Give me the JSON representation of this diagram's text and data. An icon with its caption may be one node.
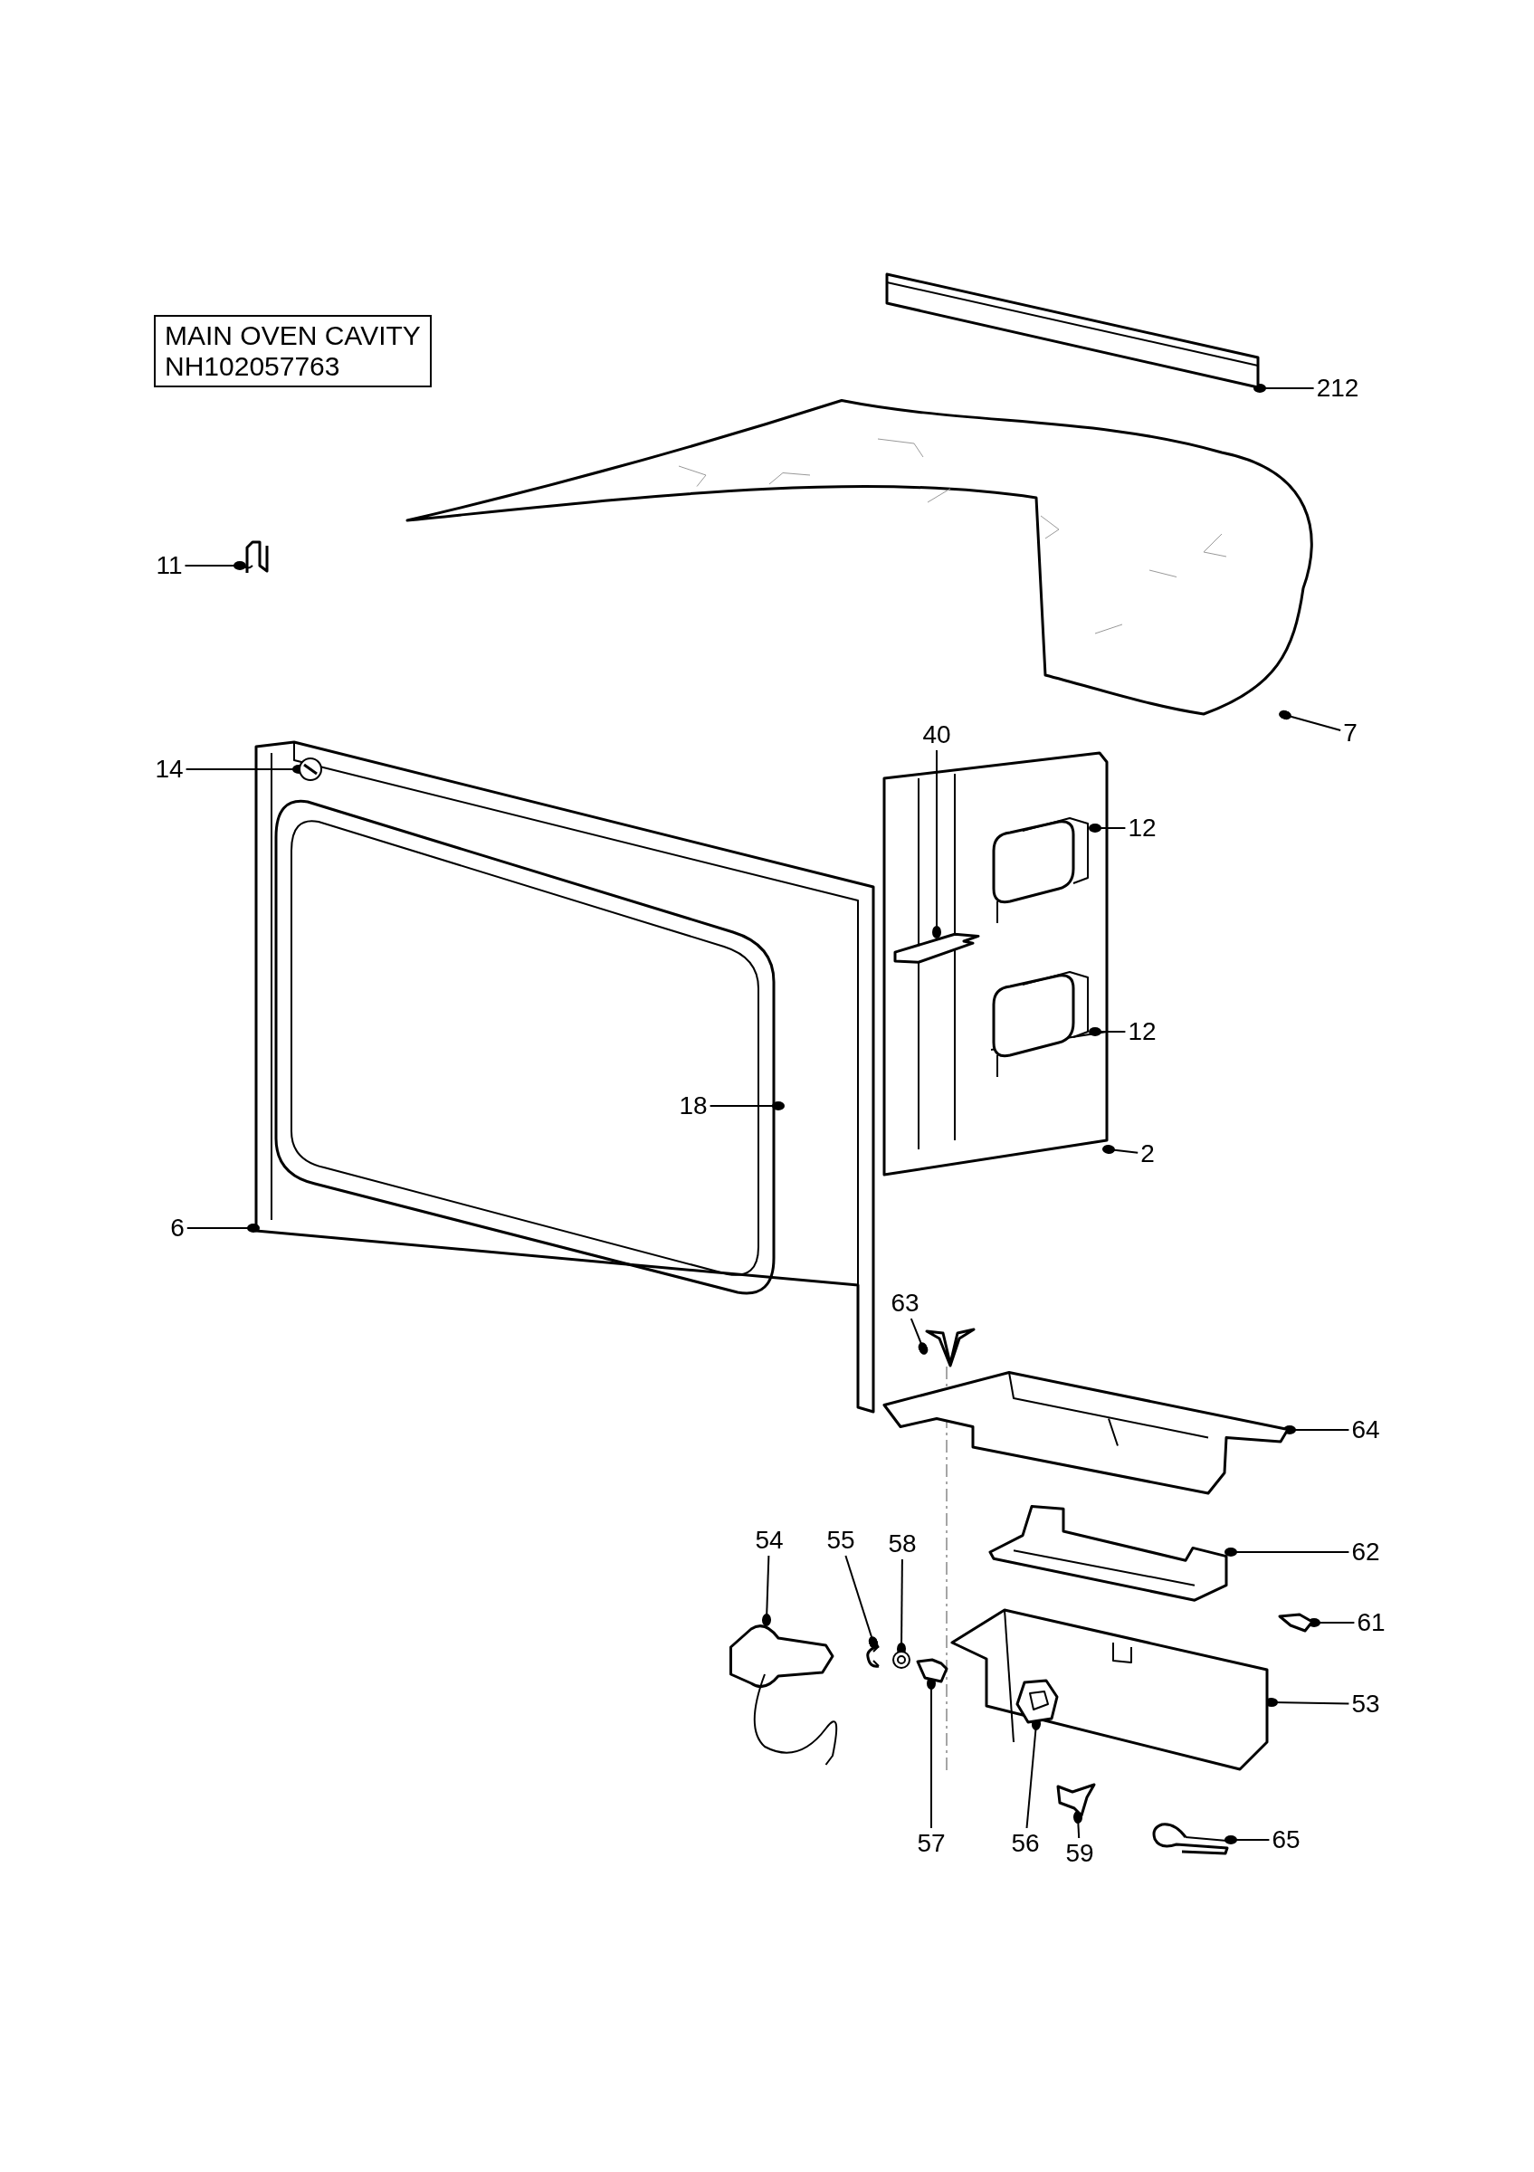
{
  "diagram": {
    "nodes": [
      {
        "text": [
          "MAIN OVEN CAVITY",
          "NH102057763"
        ]
      },
      {
        "text": [
          "212"
        ]
      },
      {
        "text": [],
        "shape": "picture"
      },
      {
        "text": [
          "11"
        ]
      },
      {
        "text": [],
        "shape": "picture"
      },
      {
        "text": [
          "6"
        ]
      },
      {
        "text": [],
        "shape": "picture"
      },
      {
        "text": [
          "14"
        ]
      },
      {
        "text": [],
        "shape": "picture",
        "in": 6
      },
      {
        "text": [],
        "shape": "picture",
        "in": 6
      },
      {
        "text": [
          "18"
        ],
        "in": 9
      },
      {
        "text": [
          "7"
        ]
      },
      {
        "text": [],
        "shape": "picture"
      },
      {
        "text": [
          "2"
        ]
      },
      {
        "text": [],
        "shape": "picture"
      },
      {
        "text": [
          "12"
        ]
      },
      {
        "text": [],
        "shape": "picture",
        "in": 14
      },
      {
        "text": [
          "40"
        ]
      },
      {
        "text": [],
        "shape": "picture",
        "in": 14
      },
      {
        "text": [
          "12"
        ]
      },
      {
        "text": [],
        "shape": "picture",
        "in": 14
      },
      {
        "text": [
          "63"
        ]
      },
      {
        "text": [],
        "shape": "picture"
      },
      {
        "text": [
          "64"
        ]
      },
      {
        "text": [],
        "shape": "picture"
      },
      {
        "text": [
          "54"
        ]
      },
      {
        "text": [],
        "shape": "picture"
      },
      {
        "text": [
          "55"
        ]
      },
      {
        "text": [],
        "shape": "picture"
      },
      {
        "text": [
          "58"
        ]
      },
      {
        "text": [],
        "shape": "picture"
      },
      {
        "text": [
          "62"
        ]
      },
      {
        "text": [],
        "shape": "picture"
      },
      {
        "text": [
          "61"
        ]
      },
      {
        "text": [],
        "shape": "picture"
      },
      {
        "text": [
          "53"
        ]
      },
      {
        "text": [],
        "shape": "picture"
      },
      {
        "text": [
          "57"
        ]
      },
      {
        "text": [],
        "shape": "picture"
      },
      {
        "text": [
          "56"
        ]
      },
      {
        "text": [],
        "shape": "picture",
        "in": 36
      },
      {
        "text": [
          "59"
        ]
      },
      {
        "text": [],
        "shape": "picture"
      },
      {
        "text": [
          "65"
        ]
      },
      {
        "text": [],
        "shape": "picture"
      }
    ],
    "edges": [
      {
        "from": 1,
        "to": 2,
        "arrow": "other"
      },
      {
        "from": 3,
        "to": 4,
        "arrow": "other"
      },
      {
        "from": 5,
        "to": 6,
        "arrow": "other"
      },
      {
        "from": 7,
        "to": 8,
        "arrow": "other"
      },
      {
        "from": 10,
        "to": 9,
        "arrow": "other"
      },
      {
        "from": 11,
        "to": 12,
        "arrow": "other"
      },
      {
        "from": 13,
        "to": 14,
        "arrow": "other"
      },
      {
        "from": 15,
        "to": 16,
        "arrow": "other"
      },
      {
        "from": 17,
        "to": 18,
        "arrow": "other"
      },
      {
        "from": 19,
        "to": 20,
        "arrow": "other"
      },
      {
        "from": 21,
        "to": 22,
        "arrow": "other"
      },
      {
        "from": 23,
        "to": 24,
        "arrow": "other"
      },
      {
        "from": 25,
        "to": 26,
        "arrow": "other"
      },
      {
        "from": 27,
        "to": 28,
        "arrow": "other"
      },
      {
        "from": 29,
        "to": 30,
        "arrow": "other"
      },
      {
        "from": 31,
        "to": 32,
        "arrow": "other"
      },
      {
        "from": 33,
        "to": 34,
        "arrow": "other"
      },
      {
        "from": 35,
        "to": 36,
        "arrow": "other"
      },
      {
        "from": 37,
        "to": 38,
        "arrow": "other"
      },
      {
        "from": 39,
        "to": 40,
        "arrow": "other"
      },
      {
        "from": 41,
        "to": 42,
        "arrow": "other"
      },
      {
        "from": 43,
        "to": 44,
        "arrow": "other"
      }
    ]
  }
}
